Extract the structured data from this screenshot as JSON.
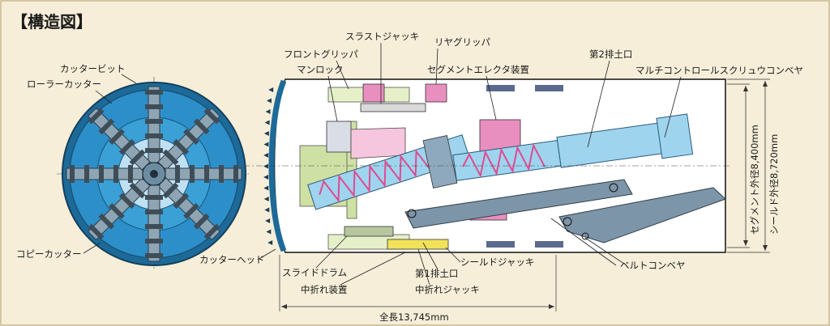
{
  "title": "【構造図】",
  "labels": {
    "cutter_bit": "カッタービット",
    "roller_cutter": "ローラーカッター",
    "copy_cutter": "コピーカッター",
    "cutter_head": "カッターヘッド",
    "front_gripper": "フロントグリッパ",
    "man_lock": "マンロック",
    "thrust_jack": "スラストジャッキ",
    "rear_gripper": "リヤグリッパ",
    "segment_erector": "セグメントエレクタ装置",
    "second_outlet": "第2排土口",
    "multi_screw_conveyor": "マルチコントロールスクリュウコンベヤ",
    "slide_drum": "スライドドラム",
    "mid_fold_device": "中折れ装置",
    "mid_fold_jack": "中折れジャッキ",
    "first_outlet": "第1排土口",
    "shield_jack": "シールドジャッキ",
    "belt_conveyor": "ベルトコンベヤ",
    "segment_od": "セグメント外径8,400mm",
    "shield_od": "シールド外径8,720mm",
    "total_length": "全長13,745mm"
  },
  "colors": {
    "background": "#f6eed9",
    "cutter_blue": "#2d8fc9",
    "screw_blue": "#9fd4ef",
    "conveyor_gray": "#7d95a8",
    "pink": "#e98fbf",
    "green": "#cfe0a4",
    "yellow": "#f2e25a"
  }
}
